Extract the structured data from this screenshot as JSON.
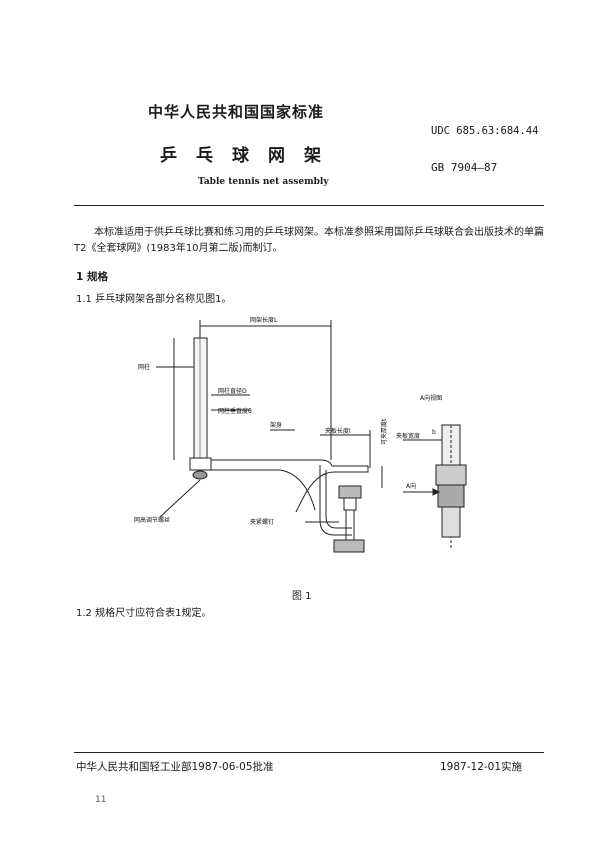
{
  "header": {
    "org": "中华人民共和国国家标准",
    "title": "乒乓球网架",
    "subtitle": "Table tennis net assembly",
    "udc": "UDC 685.63:684.44",
    "gb": "GB 7904—87"
  },
  "body": {
    "intro": "本标准适用于供乒乓球比赛和练习用的乒乓球网架。本标准参照采用国际乒乓球联合会出版技术的单篇T2《全套球网》(1983年10月第二版)而制订。",
    "section1": "1  规格",
    "p11": "1.1  乒乓球网架各部分名称见图1。",
    "figure_caption": "图 1",
    "p12": "1.2  规格尺寸应符合表1规定。"
  },
  "figure": {
    "label_length": "网架长度L",
    "label_post": "网柱",
    "label_diameter": "网柱直径D",
    "label_vertical": "网柱垂直度θ",
    "label_body": "架身",
    "label_clamp_len": "夹板长度l",
    "label_clamp_thick": "可夹厚度t",
    "label_height_screw": "网高调节螺丝",
    "label_clamp_screw": "夹紧螺钉",
    "label_a_view": "A向视图",
    "label_clamp_width": "夹板宽度",
    "label_b": "b",
    "label_a_dir": "A向"
  },
  "footer": {
    "left": "中华人民共和国轻工业部1987-06-05批准",
    "right": "1987-12-01实施",
    "page": "11"
  }
}
